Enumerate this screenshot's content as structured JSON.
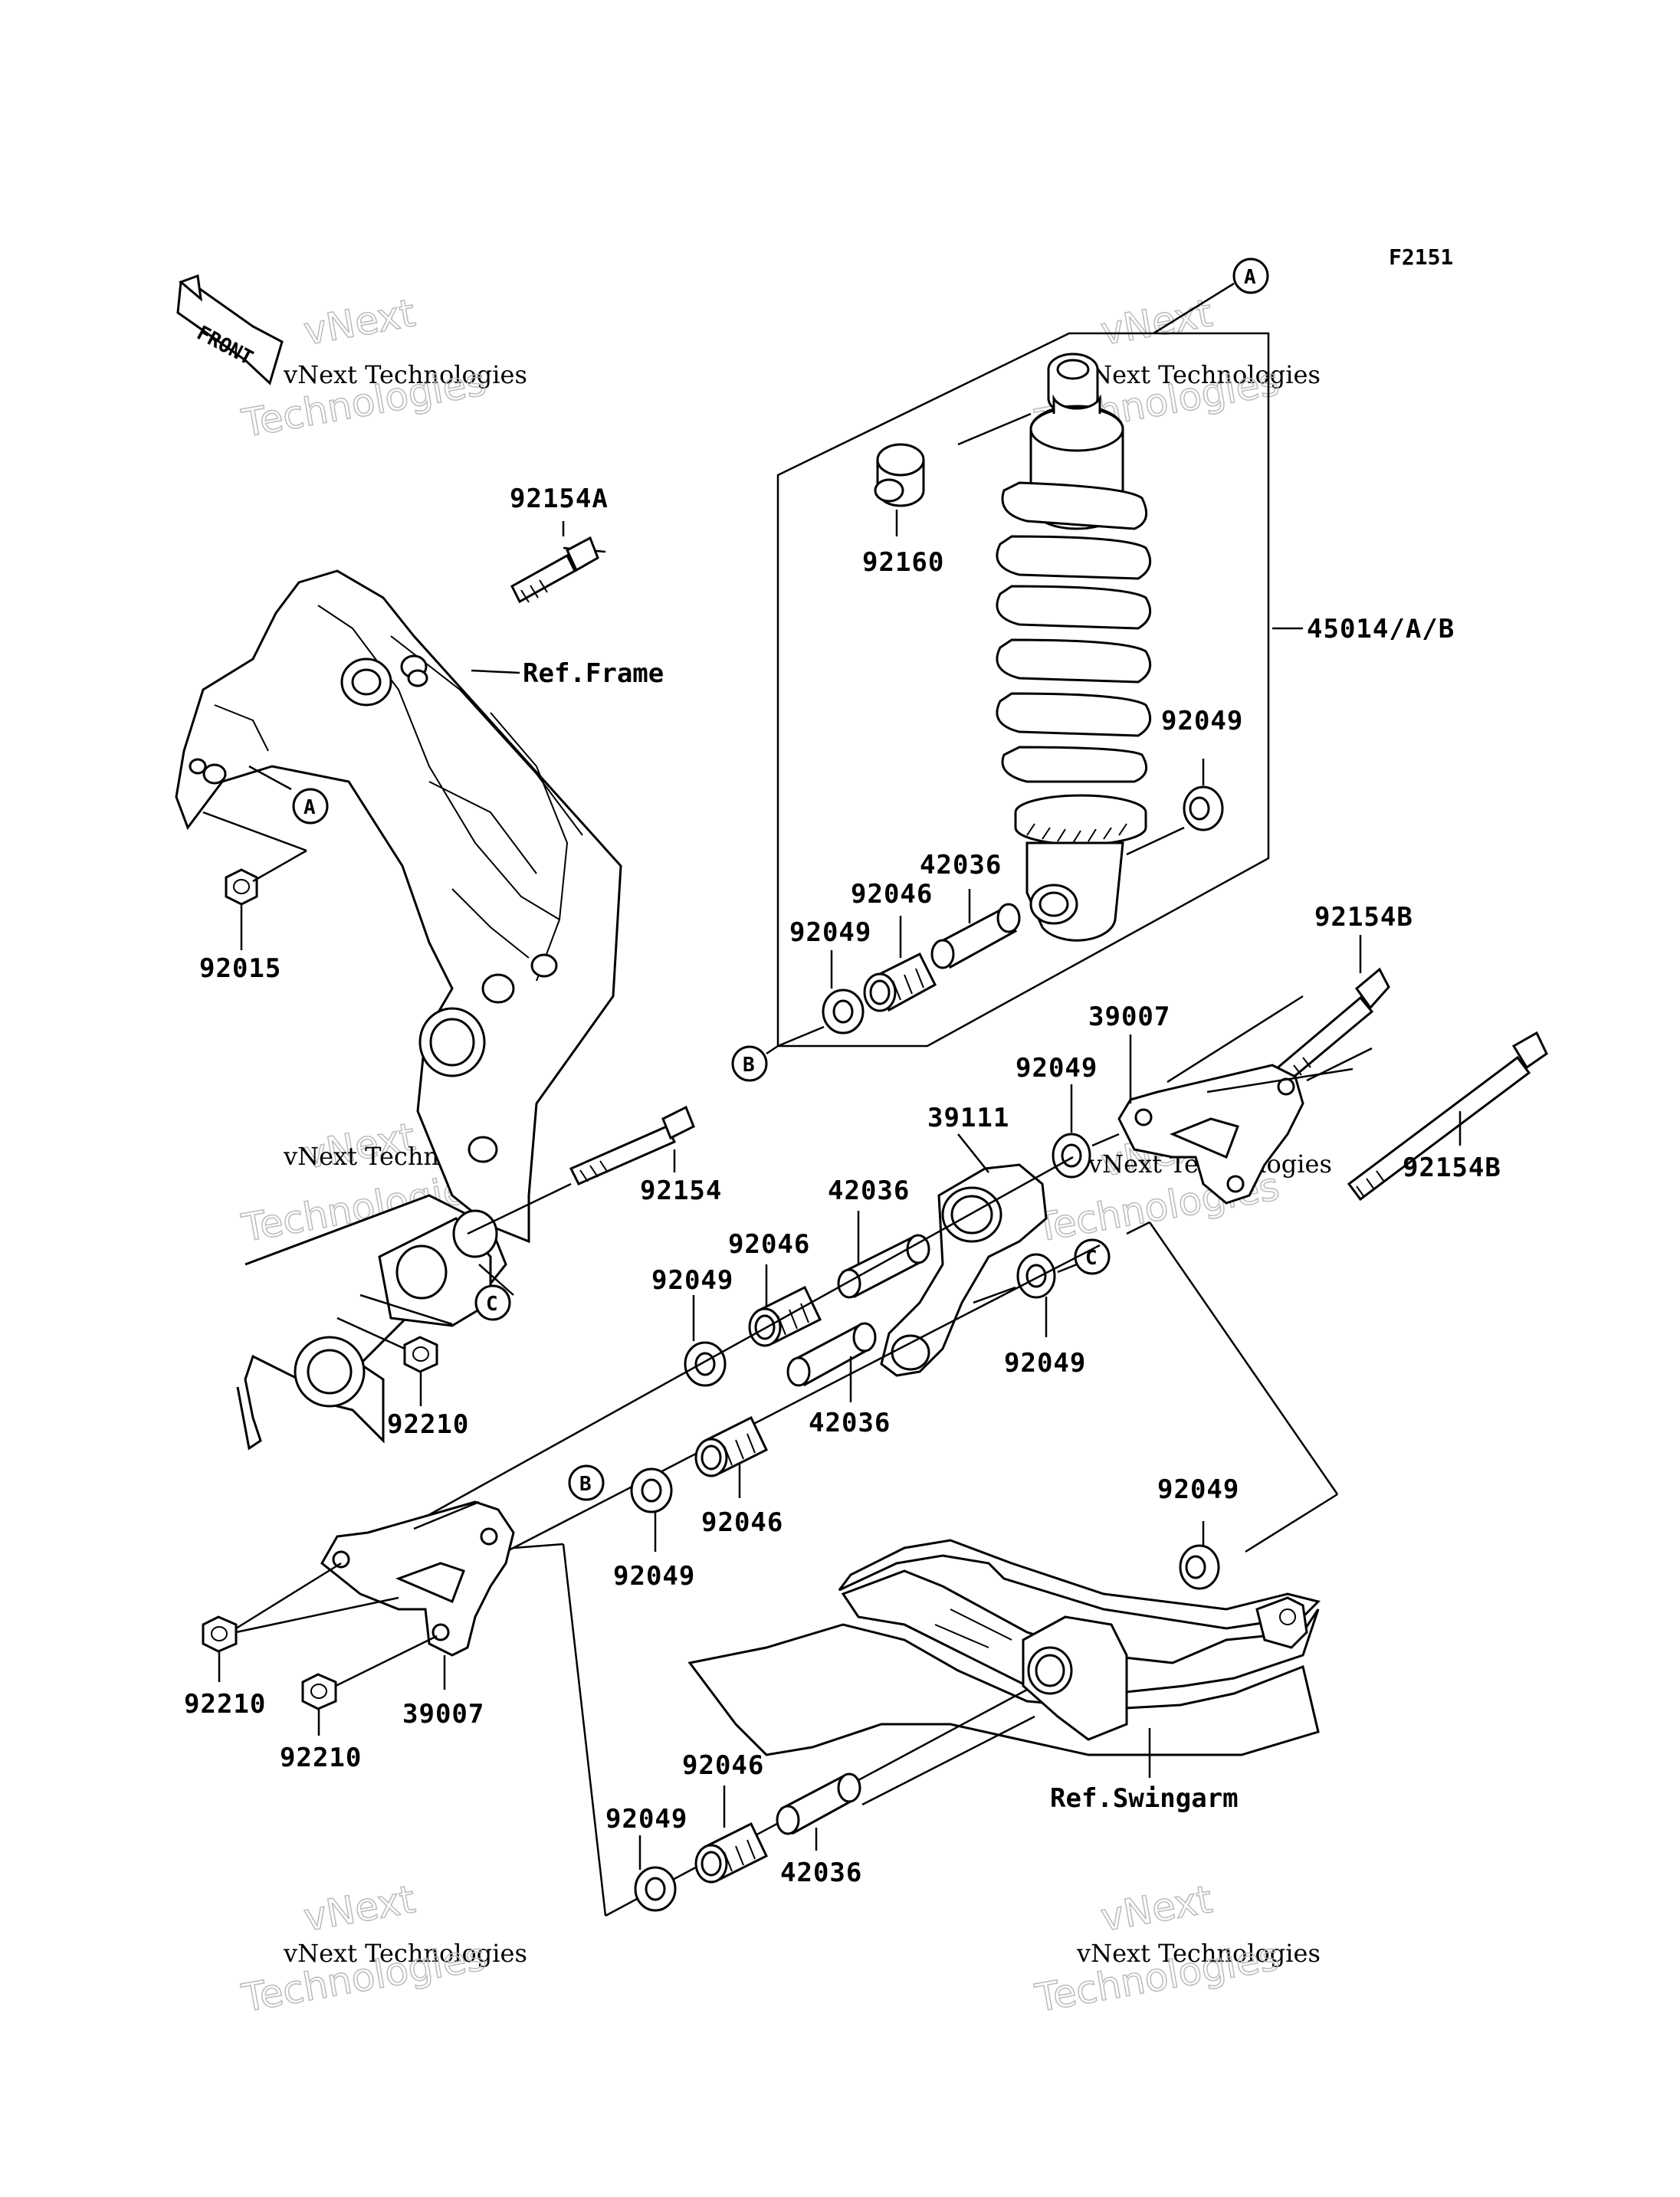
{
  "figure_code": "F2151",
  "front_label": "FRONT",
  "watermark": {
    "line1": "vNext Technologies",
    "line2": "vNext",
    "line3": "Technologies"
  },
  "references": {
    "frame": "Ref.Frame",
    "swingarm": "Ref.Swingarm"
  },
  "callouts": {
    "a": "A",
    "b": "B",
    "c": "C"
  },
  "parts": {
    "p92154A": "92154A",
    "p92015": "92015",
    "p92160": "92160",
    "p45014": "45014/A/B",
    "p92049_shock_lower": "92049",
    "p42036_shock": "42036",
    "p92046_shock": "92046",
    "p92049_shock_b": "92049",
    "p92154B_top": "92154B",
    "p39007_top": "39007",
    "p92049_plate": "92049",
    "p92154B_right": "92154B",
    "p39111": "39111",
    "p92154": "92154",
    "p42036_upper": "42036",
    "p92046_upper": "92046",
    "p92049_upper": "92049",
    "p92049_lower_right": "92049",
    "p92210_frame": "92210",
    "p42036_mid": "42036",
    "p92046_mid": "92046",
    "p92049_mid": "92049",
    "p92049_swingarm": "92049",
    "p92210_left": "92210",
    "p39007_bottom": "39007",
    "p92210_bottom": "92210",
    "p92046_bottom": "92046",
    "p92049_bottom": "92049",
    "p42036_bottom": "42036"
  }
}
